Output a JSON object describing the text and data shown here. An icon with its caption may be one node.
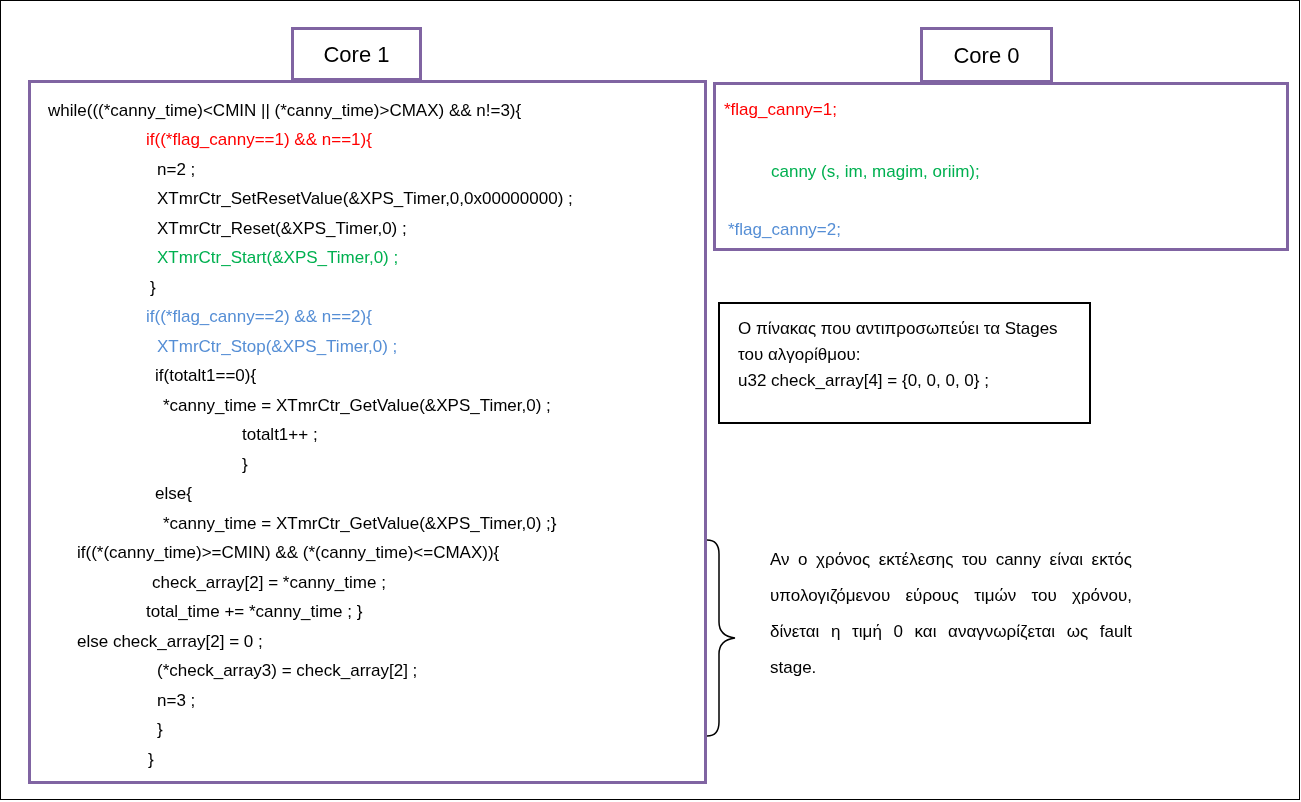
{
  "diagram": {
    "nodes": [
      {
        "text": [
          "Core 1"
        ]
      },
      {
        "text": [
          "while(((*canny_time)<CMIN || (*canny_time)>CMAX) && n!=3){",
          "if((*flag_canny==1) && n==1){",
          "n=2 ;",
          "XTmrCtr_SetResetValue(&XPS_Timer,0,0x00000000) ;",
          "XTmrCtr_Reset(&XPS_Timer,0) ;",
          "XTmrCtr_Start(&XPS_Timer,0) ;",
          "}",
          "if((*flag_canny==2) && n==2){",
          "XTmrCtr_Stop(&XPS_Timer,0) ;",
          "if(totalt1==0){",
          "*canny_time = XTmrCtr_GetValue(&XPS_Timer,0) ;",
          "totalt1++ ;",
          "}",
          "else{",
          "*canny_time = XTmrCtr_GetValue(&XPS_Timer,0) ;}",
          "if((*(canny_time)>=CMIN) && (*(canny_time)<=CMAX)){",
          "check_array[2] = *canny_time ;",
          "total_time += *canny_time ; }",
          "else check_array[2] = 0 ;",
          "(*check_array3) = check_array[2] ;",
          "n=3 ;",
          "}",
          "}"
        ]
      },
      {
        "text": [
          "Core 0"
        ]
      },
      {
        "text": [
          "*flag_canny=1;",
          "canny (s, im, magim, oriim);",
          "*flag_canny=2;"
        ]
      },
      {
        "text": [
          "Ο πίνακας που αντιπροσωπεύει τα Stages του αλγορίθμου:",
          "u32 check_array[4] = {0, 0, 0, 0} ;"
        ]
      }
    ],
    "labels": [
      "Αν ο χρόνος εκτέλεσης του canny είναι εκτός υπολογιζόμενου εύρους τιμών του χρόνου, δίνεται η τιμή 0 και αναγνωρίζεται ως fault stage."
    ]
  }
}
